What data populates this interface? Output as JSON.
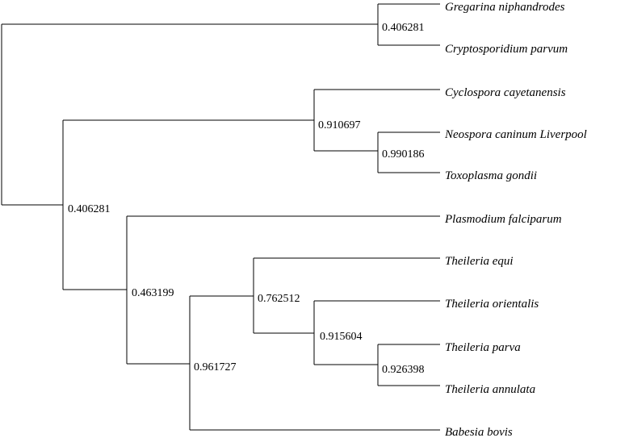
{
  "tree": {
    "leaves": [
      "Gregarina niphandrodes",
      "Cryptosporidium parvum",
      "Cyclospora cayetanensis",
      "Neospora caninum Liverpool",
      "Toxoplasma gondii",
      "Plasmodium falciparum",
      "Theileria equi",
      "Theileria orientalis",
      "Theileria parva",
      "Theileria annulata",
      "Babesia bovis"
    ],
    "support_values": {
      "gregarina_cryptosporidium": "0.406281",
      "coccidia": "0.910697",
      "neospora_toxoplasma": "0.990186",
      "apicomplexa_main": "0.406281",
      "hematozoa": "0.463199",
      "piroplasmida": "0.961727",
      "theileria": "0.762512",
      "theileria_orientalis_group": "0.915604",
      "parva_annulata": "0.926398"
    }
  }
}
